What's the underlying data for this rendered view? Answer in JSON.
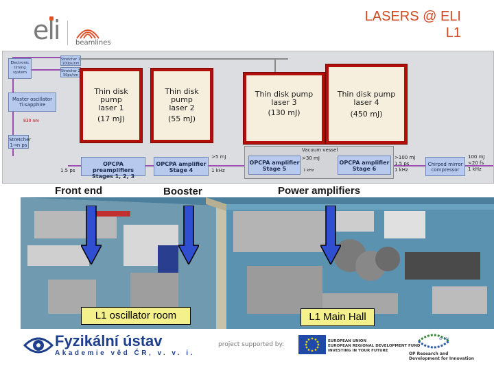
{
  "header": {
    "logo_text": "eli",
    "partner_text": "beamlines",
    "title_line1": "LASERS @ ELI",
    "title_line2": "L1"
  },
  "diagram": {
    "front_end": {
      "stretcher1": [
        "Stretcher 1",
        "100ps/nm"
      ],
      "stretcher2": [
        "Stretcher 2",
        "50ps/nm"
      ],
      "timing": [
        "Electronic",
        "timing",
        "system"
      ],
      "master": [
        "Master oscillator",
        "Ti:sapphire"
      ],
      "master_wl": "830 nm",
      "stretcher": [
        "Stretcher",
        "1→n ps"
      ],
      "opcpa_pre": [
        "OPCPA preamplifiers",
        "Stages 1, 2, 3"
      ],
      "input_pulse": "1.5 ps"
    },
    "pumps": [
      {
        "lines": [
          "Thin disk",
          "pump",
          "laser 1"
        ],
        "energy": "(17 mJ)"
      },
      {
        "lines": [
          "Thin disk",
          "pump",
          "laser 2"
        ],
        "energy": "(55 mJ)"
      },
      {
        "lines": [
          "Thin disk pump",
          "laser 3"
        ],
        "energy": "(130 mJ)"
      },
      {
        "lines": [
          "Thin disk pump",
          "laser 4"
        ],
        "energy": "(450 mJ)"
      }
    ],
    "booster": {
      "amp": [
        "OPCPA amplifier",
        "Stage 4"
      ],
      "energy": ">5 mJ",
      "rate": "1 kHz"
    },
    "power": {
      "vessel": "Vacuum vessel",
      "stage5": [
        "OPCPA amplifier",
        "Stage 5"
      ],
      "stage5_energy": ">30 mJ",
      "stage5_rate": "1 kHz",
      "stage6": [
        "OPCPA amplifier",
        "Stage 6"
      ],
      "stage6_out": [
        ">100 mJ",
        "1.5 ps",
        "1 kHz"
      ],
      "compressor": [
        "Chirped mirror",
        "compressor"
      ],
      "final_out": [
        "100 mJ",
        "<20 fs",
        "1 kHz"
      ]
    },
    "sections": [
      "Front end",
      "Booster",
      "Power amplifiers"
    ]
  },
  "hall": {
    "caption_left": "L1 oscillator room",
    "caption_right": "L1 Main Hall"
  },
  "footer": {
    "institute": "Fyzikální ústav",
    "academy": "Akademie věd ČR, v. v. i.",
    "supported": "project supported by:",
    "eu_lines": [
      "EUROPEAN UNION",
      "EUROPEAN REGIONAL DEVELOPMENT FUND",
      "INVESTING IN YOUR FUTURE"
    ],
    "op_lines": [
      "OP Research and",
      "Development for Innovation"
    ],
    "op_mark": "OP RDI"
  },
  "colors": {
    "title": "#d04a22",
    "pump_border": "#b1100a",
    "block_fill": "#b7c9ec",
    "arrow": "#2f4fd0",
    "caption_fill": "#f4f18c",
    "institute_blue": "#1e3f8c"
  }
}
